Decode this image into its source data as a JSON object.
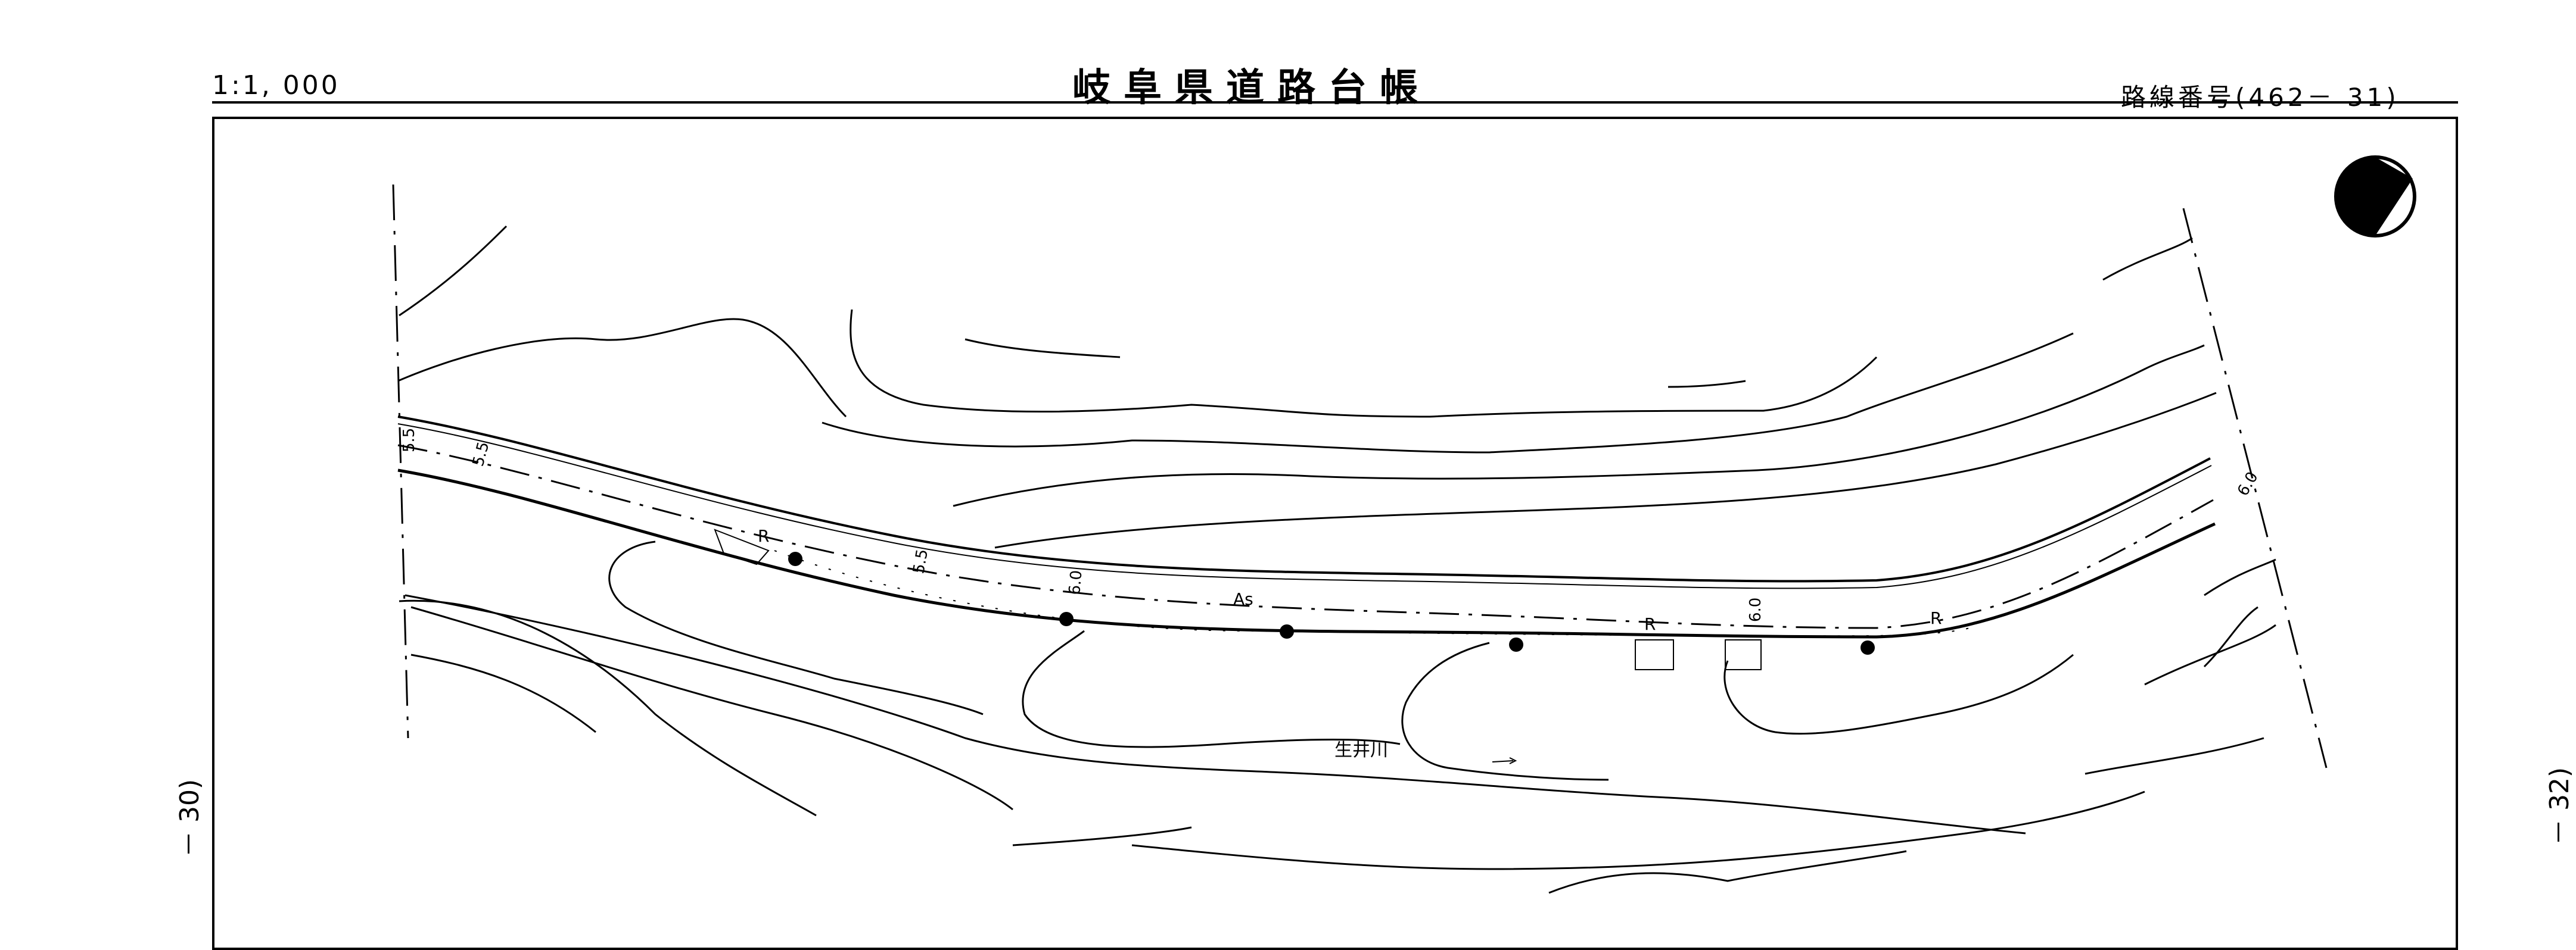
{
  "header": {
    "scale": "1:1, 000",
    "title": "岐阜県道路台帳",
    "route_number": "路線番号(462－ 31)"
  },
  "margins": {
    "left_sheet": "30)",
    "right_sheet": "32)",
    "dash": "－"
  },
  "map": {
    "river_name": "生井川",
    "road_surface": "As",
    "widths": [
      "5.5",
      "5.5",
      "5.5",
      "6.0",
      "6.0",
      "6.0"
    ],
    "guardrail_mark": "R",
    "icon": "north-arrow-icon"
  }
}
